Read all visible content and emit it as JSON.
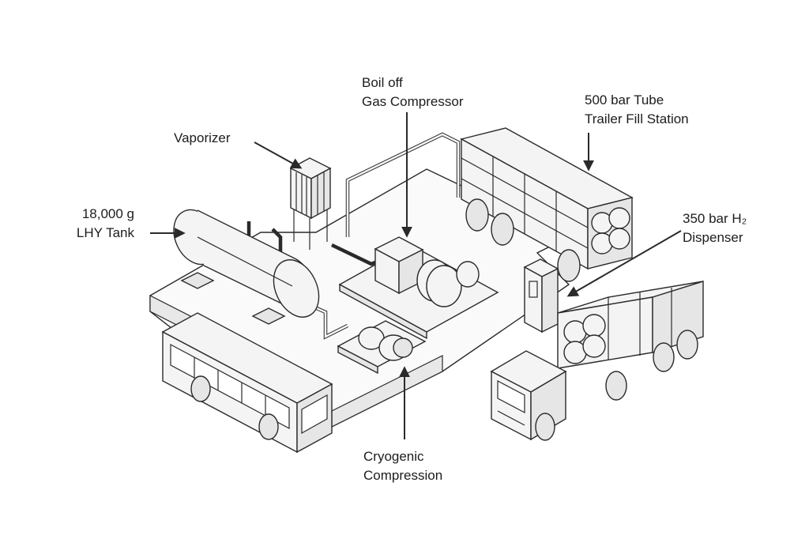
{
  "labels": {
    "vaporizer": "Vaporizer",
    "boil_off_line1": "Boil off",
    "boil_off_line2": "Gas Compressor",
    "tube_trailer_line1": "500 bar Tube",
    "tube_trailer_line2": "Trailer Fill Station",
    "lhy_tank_line1": "18,000 g",
    "lhy_tank_line2": "LHY Tank",
    "dispenser_line1": "350 bar H₂",
    "dispenser_line2": "Dispenser",
    "cryogenic_line1": "Cryogenic",
    "cryogenic_line2": "Compression"
  }
}
